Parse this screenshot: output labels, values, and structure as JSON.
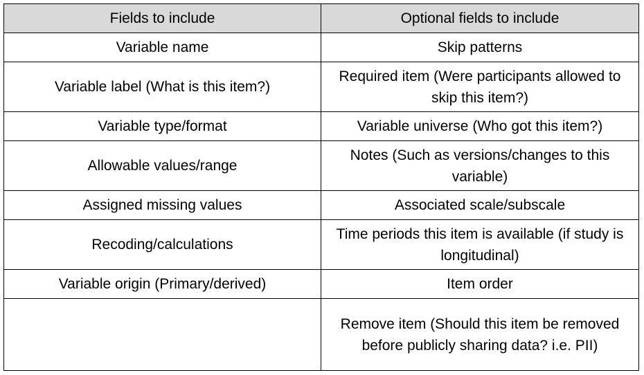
{
  "table": {
    "headers": [
      "Fields to include",
      "Optional fields to include"
    ],
    "rows": [
      [
        "Variable name",
        "Skip patterns"
      ],
      [
        "Variable label (What is this item?)",
        "Required item (Were participants allowed to skip this item?)"
      ],
      [
        "Variable type/format",
        "Variable universe (Who got this item?)"
      ],
      [
        "Allowable values/range",
        "Notes (Such as versions/changes to this variable)"
      ],
      [
        "Assigned missing values",
        "Associated scale/subscale"
      ],
      [
        "Recoding/calculations",
        "Time periods this item is available (if study is longitudinal)"
      ],
      [
        "Variable origin (Primary/derived)",
        "Item order"
      ],
      [
        "",
        "Remove item (Should this item be removed before publicly sharing data? i.e. PII)"
      ]
    ],
    "colors": {
      "header_background": "#d9d9d9",
      "border": "#000000",
      "text": "#000000"
    }
  }
}
